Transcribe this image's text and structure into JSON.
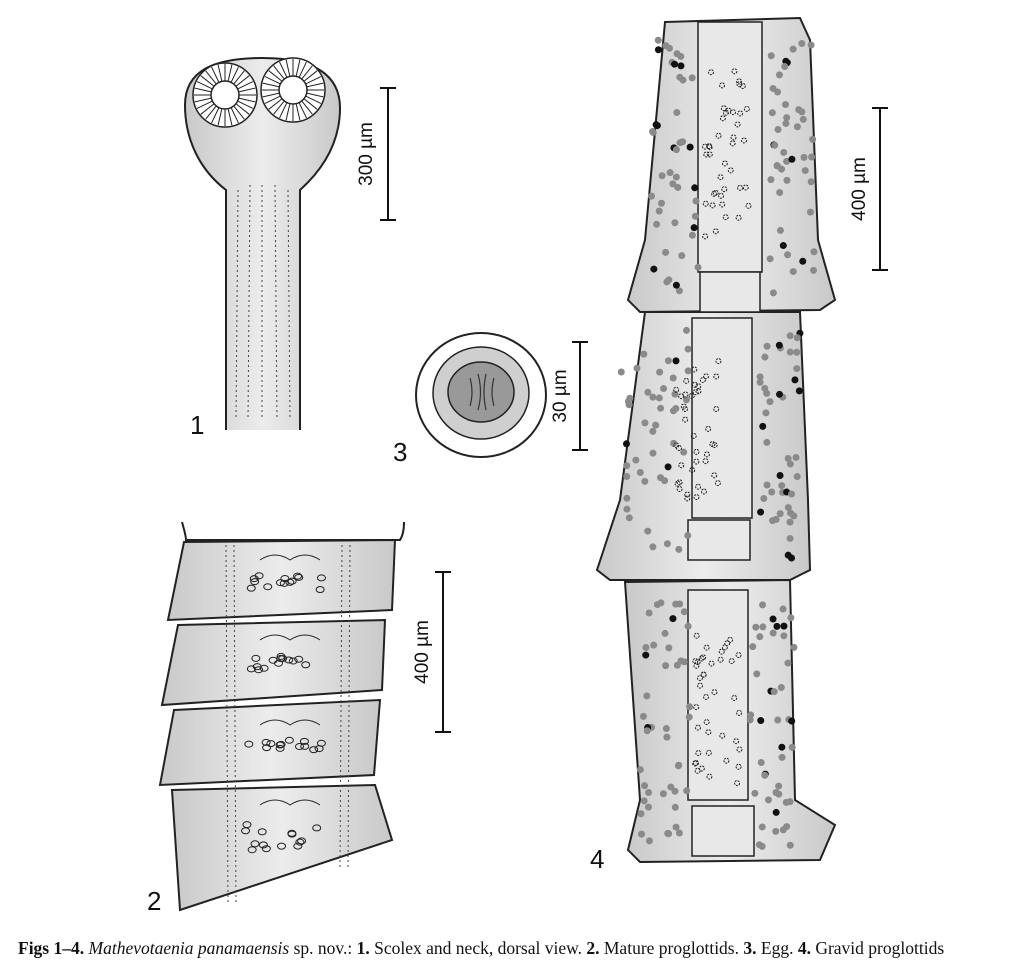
{
  "figures": [
    {
      "number": "1",
      "scale": "300 µm"
    },
    {
      "number": "2",
      "scale": "400 µm"
    },
    {
      "number": "3",
      "scale": "30 µm"
    },
    {
      "number": "4",
      "scale": "400 µm"
    }
  ],
  "caption": {
    "lead": "Figs 1–4.",
    "species": "Mathevotaenia panamaensis",
    "after_species": " sp. nov.: ",
    "items": [
      {
        "num": "1.",
        "text": " Scolex and neck, dorsal view. "
      },
      {
        "num": "2.",
        "text": " Mature proglottids. "
      },
      {
        "num": "3.",
        "text": " Egg. "
      },
      {
        "num": "4.",
        "text": " Gravid proglottids"
      }
    ]
  },
  "colors": {
    "fill": "#d9d9d9",
    "line": "#222222",
    "dot": "#8a8a8a",
    "dark_dot": "#111111"
  }
}
